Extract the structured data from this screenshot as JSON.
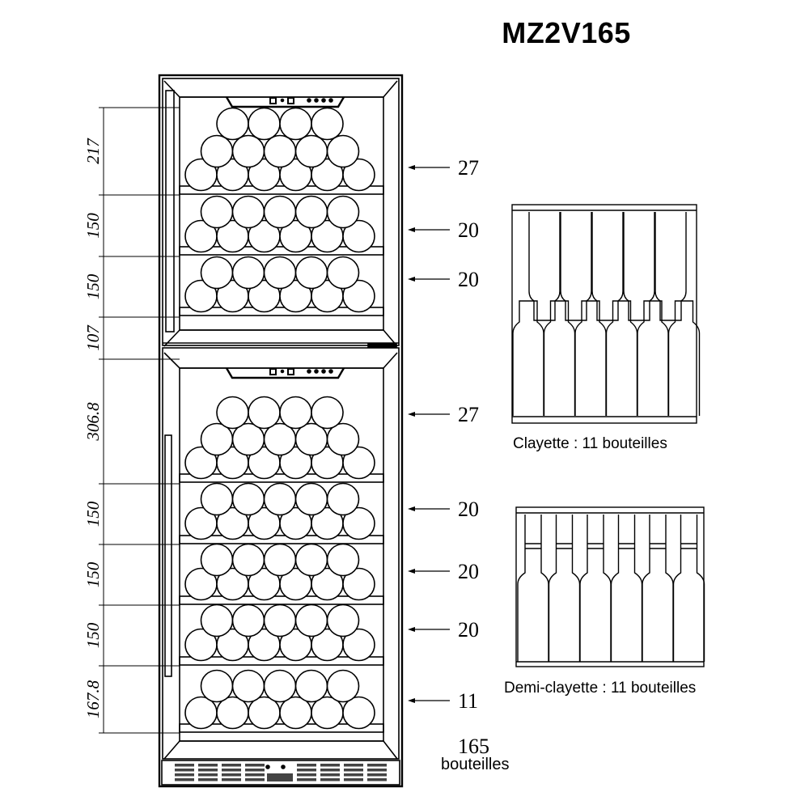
{
  "title": "MZ2V165",
  "dimensions": [
    "217",
    "150",
    "150",
    "107",
    "306.8",
    "150",
    "150",
    "150",
    "167.8"
  ],
  "bottle_counts": [
    "27",
    "20",
    "20",
    "27",
    "20",
    "20",
    "20",
    "11"
  ],
  "total": {
    "value": "165",
    "label": "bouteilles"
  },
  "shelf_full": {
    "caption": "Clayette : 11 bouteilles"
  },
  "shelf_half": {
    "caption": "Demi-clayette : 11 bouteilles"
  }
}
